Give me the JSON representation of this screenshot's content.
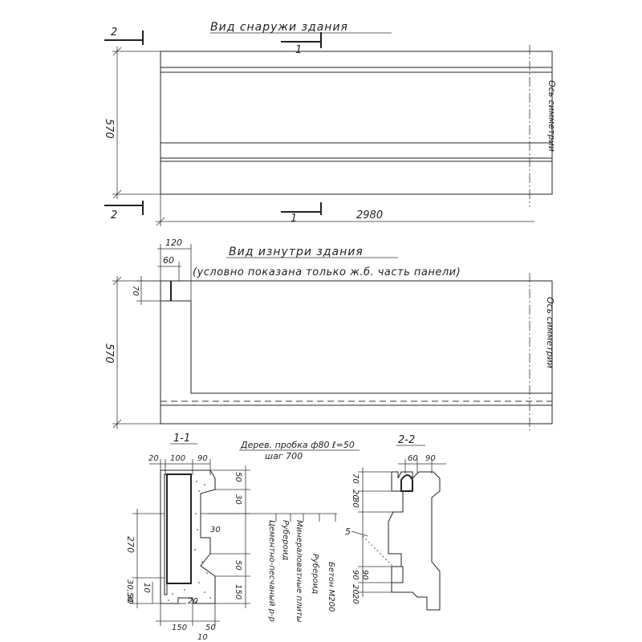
{
  "views": {
    "outside_title": "Вид снаружи здания",
    "inside_title": "Вид изнутри здания",
    "inside_note": "(условно показана только ж.б. часть панели)",
    "symmetry_axis": "Ось симметрии"
  },
  "dimensions": {
    "height": "570",
    "length": "2980",
    "d120": "120",
    "d60": "60",
    "d70": "70"
  },
  "sections": {
    "section_1": "1",
    "section_2": "2",
    "section_1_title": "1-1",
    "section_2_title": "2-2"
  },
  "section_1_1": {
    "plug_note": "Дерев. пробка ф80 ℓ=50",
    "plug_step": "шаг 700",
    "dims": {
      "top_20": "20",
      "top_100": "100",
      "top_90": "90",
      "r_50": "50",
      "r_30": "30",
      "r_30b": "30",
      "r_50b": "50",
      "r_150": "150",
      "l_270": "270",
      "l_30_50": "30,50",
      "l_10": "10",
      "l_30": "30",
      "b_20": "20",
      "b_150": "150",
      "b_50": "50",
      "b_10": "10"
    },
    "materials": [
      "Цементно-песчаный р-р",
      "Рубероид",
      "Минераловатные плиты",
      "Рубероид",
      "Бетон М200"
    ]
  },
  "section_2_2": {
    "dims": {
      "top_60": "60",
      "top_90": "90",
      "l_70": "70",
      "l_20": "20",
      "l_30": "30",
      "l_90": "90",
      "l_20b": "20",
      "l_90b": "90",
      "l_20c": "20"
    },
    "mark": "5"
  }
}
